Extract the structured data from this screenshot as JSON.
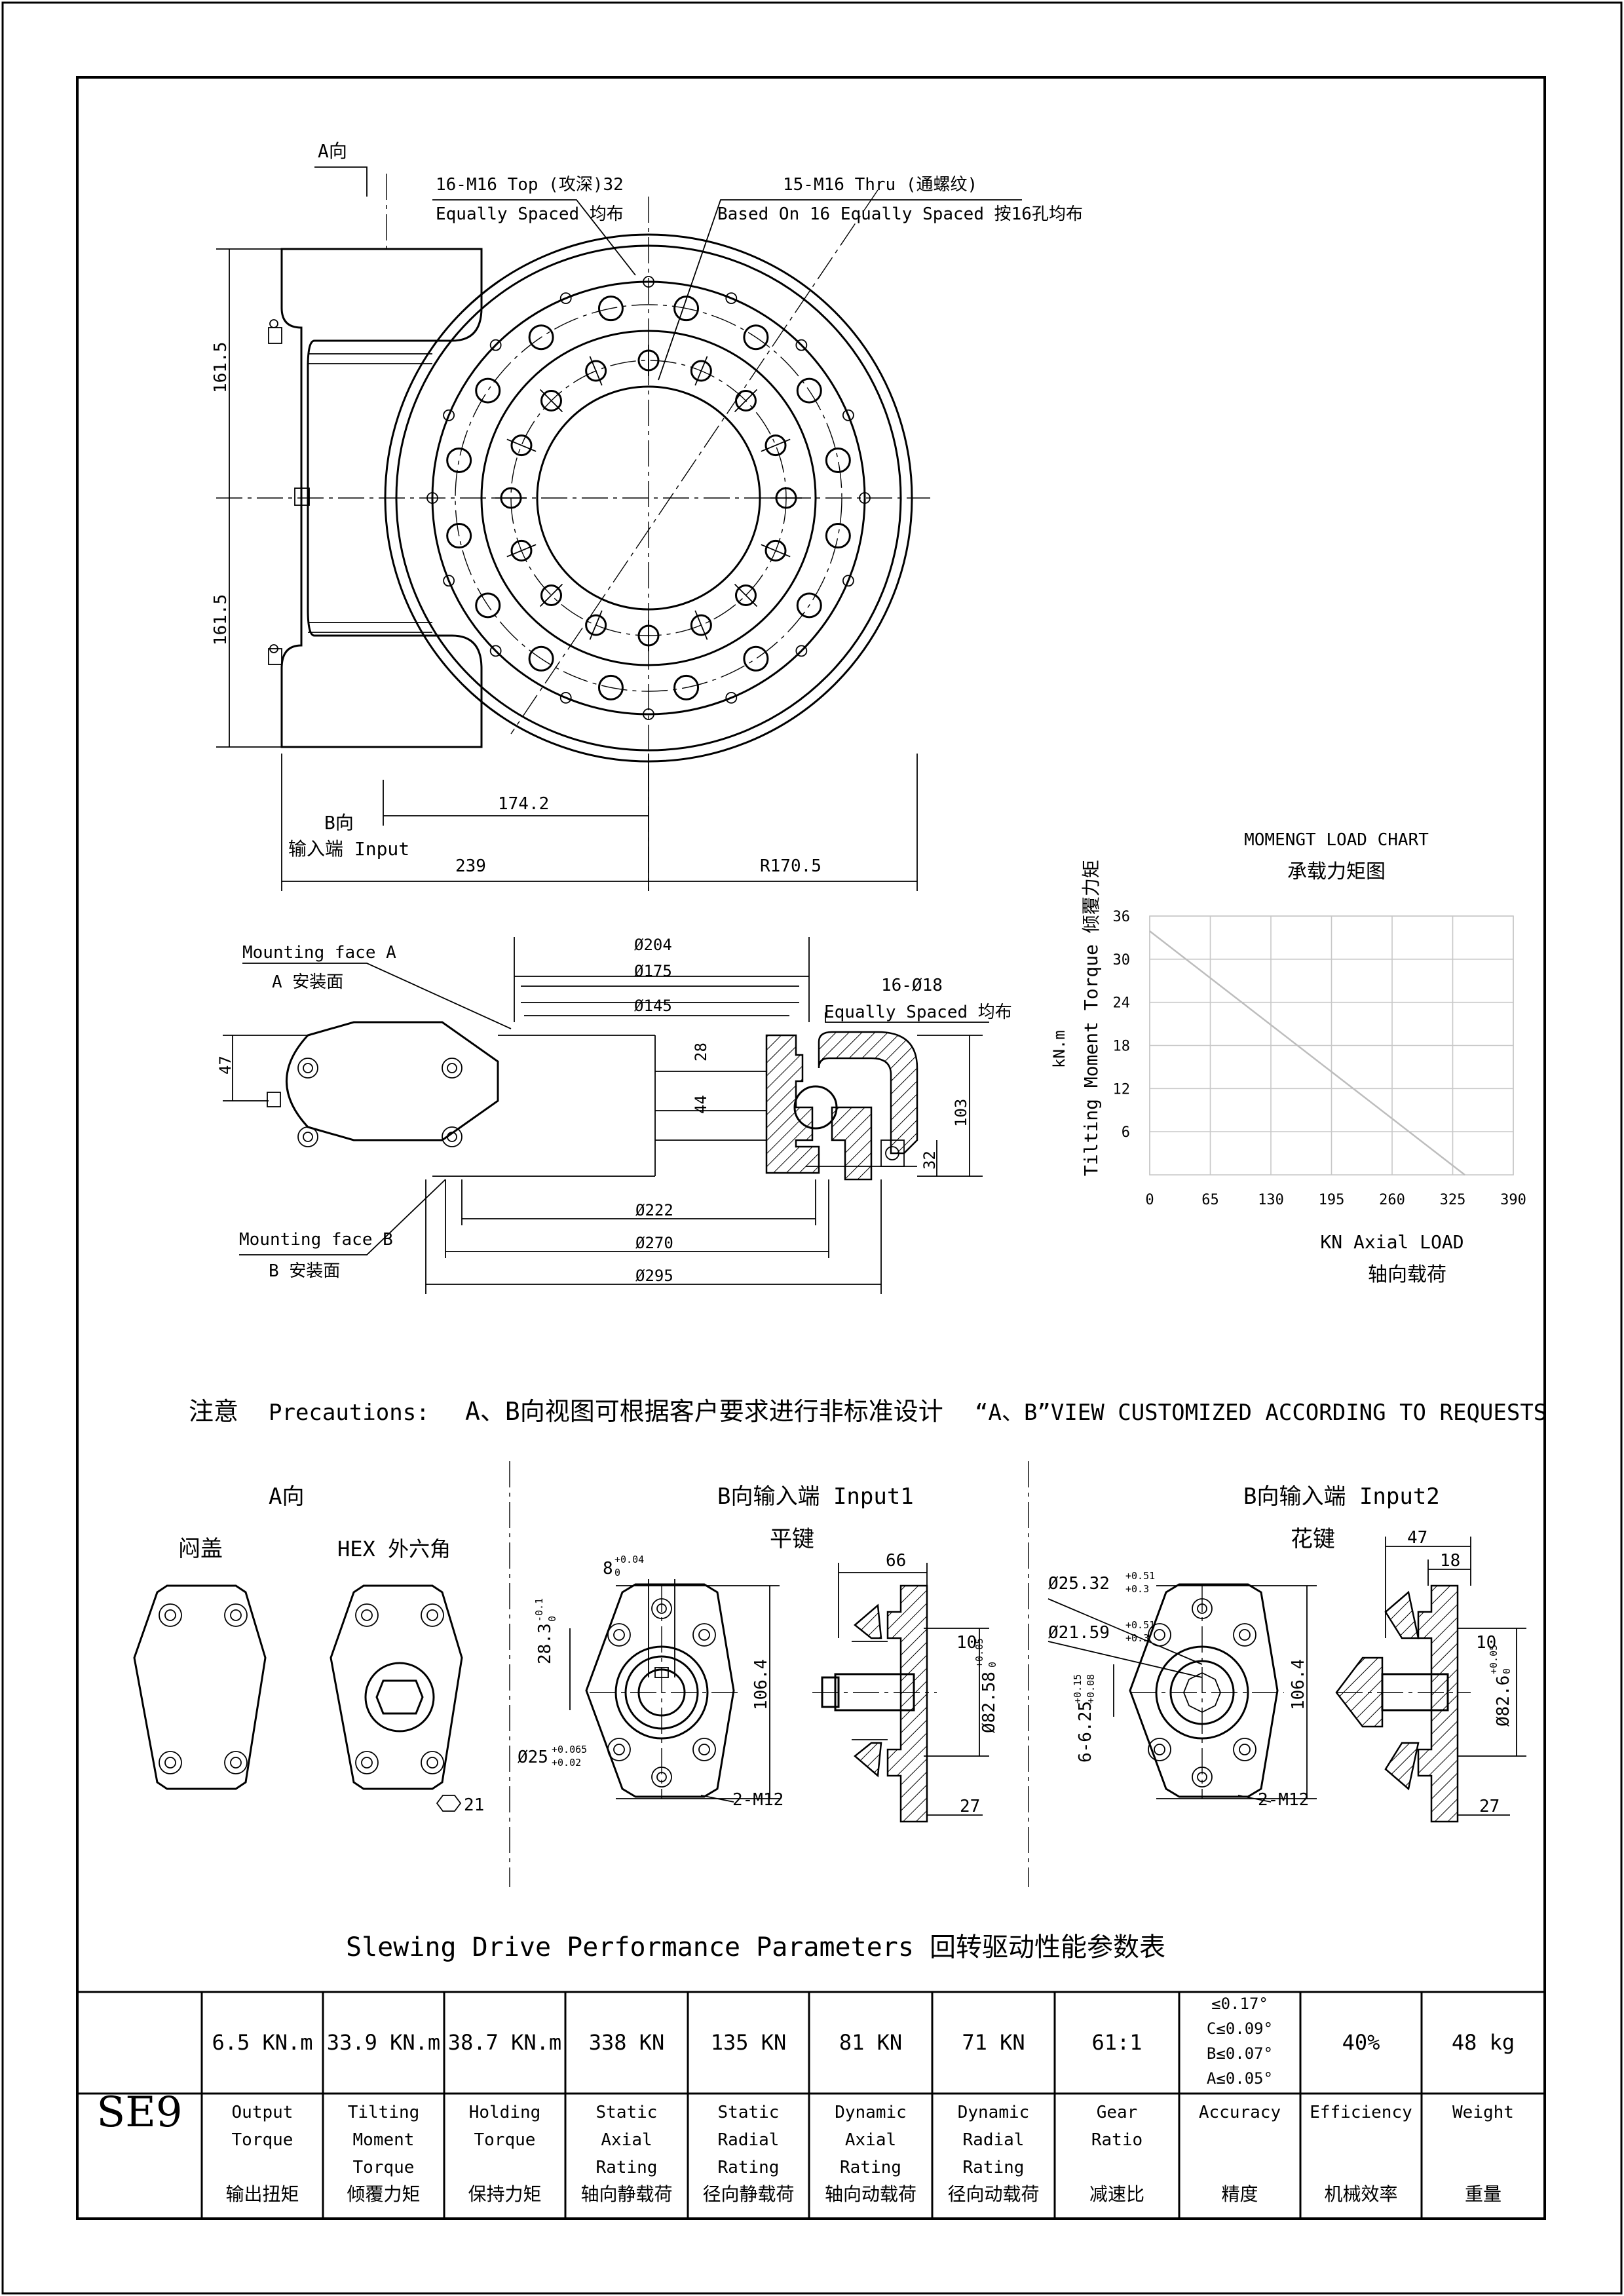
{
  "top_view": {
    "view_a_label": "A向",
    "view_b_label": "B向",
    "input_label": "输入端 Input",
    "callout_holes_1_line1": "16-M16  Top (攻深)32",
    "callout_holes_1_line2": "Equally  Spaced 均布",
    "callout_holes_2_line1": "15-M16  Thru (通螺纹)",
    "callout_holes_2_line2": "Based On 16 Equally Spaced  按16孔均布",
    "dim_161_5_top": "161.5",
    "dim_161_5_bottom": "161.5",
    "dim_174_2": "174.2",
    "dim_239": "239",
    "dim_r170_5": "R170.5"
  },
  "section_view": {
    "mounting_face_a": "Mounting face A",
    "mounting_face_a_cn": "A 安装面",
    "mounting_face_b": "Mounting face B",
    "mounting_face_b_cn": "B 安装面",
    "d204": "Ø204",
    "d175": "Ø175",
    "d145": "Ø145",
    "holes_16_18": "16-Ø18",
    "equally_spaced": "Equally Spaced  均布",
    "d222": "Ø222",
    "d270": "Ø270",
    "d295": "Ø295",
    "dim_47": "47",
    "dim_28": "28",
    "dim_44": "44",
    "dim_103": "103",
    "dim_32": "32"
  },
  "chart_data": {
    "type": "line",
    "title": "MOMENGT LOAD CHART",
    "title_cn": "承载力矩图",
    "ylabel": "Tilting Moment Torque 倾覆力矩",
    "yunit": "kN.m",
    "xlabel": "KN  Axial LOAD",
    "xlabel_cn": "轴向载荷",
    "x_ticks": [
      "0",
      "65",
      "130",
      "195",
      "260",
      "325",
      "390"
    ],
    "y_ticks": [
      "6",
      "12",
      "18",
      "24",
      "30",
      "36"
    ],
    "xlim": [
      0,
      390
    ],
    "ylim": [
      0,
      36
    ],
    "grid": true,
    "x": [
      0,
      338
    ],
    "y": [
      33.9,
      0
    ]
  },
  "precautions": {
    "label_cn": "注意",
    "label_en": "Precautions:",
    "text_cn": "A、B向视图可根据客户要求进行非标准设计",
    "text_en": "“A、B”VIEW CUSTOMIZED ACCORDING TO REQUESTS"
  },
  "detail_views": {
    "a_view": {
      "title": "A向",
      "cover_label": "闷盖",
      "hex_label": "HEX 外六角",
      "hex_size": "21"
    },
    "input1": {
      "title": "B向输入端  Input1",
      "subtitle": "平键",
      "key_width": "8",
      "key_width_tol_upper": "+0.04",
      "key_width_tol_lower": "0",
      "dim_28_3": "28.3",
      "dim_28_3_tol_upper": "-0.1",
      "dim_28_3_tol_lower": "0",
      "shaft_dia": "Ø25",
      "shaft_tol_upper": "+0.065",
      "shaft_tol_lower": "+0.02",
      "dim_106_4": "106.4",
      "thread": "2-M12",
      "dim_66": "66",
      "dim_10": "10",
      "dim_82_58": "Ø82.58",
      "dim_82_58_tol_upper": "+0.05",
      "dim_82_58_tol_lower": "0",
      "dim_27": "27"
    },
    "input2": {
      "title": "B向输入端   Input2",
      "subtitle": "花键",
      "spline_major": "Ø25.32",
      "spline_major_tol_upper": "+0.51",
      "spline_major_tol_lower": "+0.3",
      "spline_minor": "Ø21.59",
      "spline_minor_tol_upper": "+0.51",
      "spline_minor_tol_lower": "+0.3",
      "spline_teeth": "6-6.25",
      "spline_teeth_tol_upper": "+0.15",
      "spline_teeth_tol_lower": "+0.08",
      "dim_106_4": "106.4",
      "thread": "2-M12",
      "dim_47": "47",
      "dim_18": "18",
      "dim_10": "10",
      "dim_82_6": "Ø82.6",
      "dim_82_6_tol_upper": "+0.05",
      "dim_82_6_tol_lower": "0",
      "dim_27": "27"
    }
  },
  "table": {
    "title": "Slewing Drive Performance Parameters 回转驱动性能参数表",
    "model": "SE9",
    "values": [
      "6.5 KN.m",
      "33.9 KN.m",
      "38.7 KN.m",
      "338 KN",
      "135 KN",
      "81 KN",
      "71 KN",
      "61:1",
      "",
      "40%",
      "48 kg"
    ],
    "accuracy_lines": [
      "≤0.17°",
      "C≤0.09°",
      "B≤0.07°",
      "A≤0.05°"
    ],
    "headers_en": [
      [
        "Output",
        "Torque"
      ],
      [
        "Tilting",
        "Moment",
        "Torque"
      ],
      [
        "Holding",
        "Torque"
      ],
      [
        "Static",
        "Axial",
        "Rating"
      ],
      [
        "Static",
        "Radial",
        "Rating"
      ],
      [
        "Dynamic",
        "Axial",
        "Rating"
      ],
      [
        "Dynamic",
        "Radial",
        "Rating"
      ],
      [
        "Gear",
        "Ratio"
      ],
      [
        "Accuracy"
      ],
      [
        "Efficiency"
      ],
      [
        "Weight"
      ]
    ],
    "headers_cn": [
      "输出扭矩",
      "倾覆力矩",
      "保持力矩",
      "轴向静载荷",
      "径向静载荷",
      "轴向动载荷",
      "径向动载荷",
      "减速比",
      "精度",
      "机械效率",
      "重量"
    ]
  }
}
